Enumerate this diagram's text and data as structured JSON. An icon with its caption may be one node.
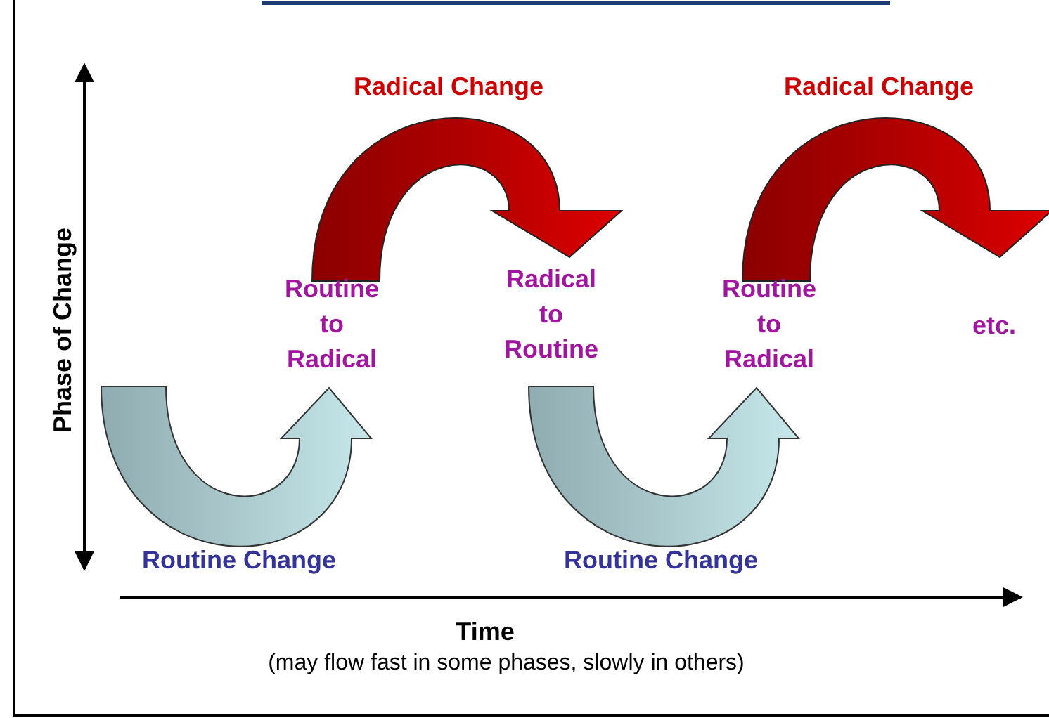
{
  "diagram": {
    "labels": [
      "Radical Change",
      "Radical Change",
      "Phase of Change",
      "Routine to Radical",
      "Radical to Routine",
      "Routine to Radical",
      "etc.",
      "Routine Change",
      "Routine Change",
      "Time",
      "(may flow fast in some phases, slowly in others)"
    ]
  }
}
